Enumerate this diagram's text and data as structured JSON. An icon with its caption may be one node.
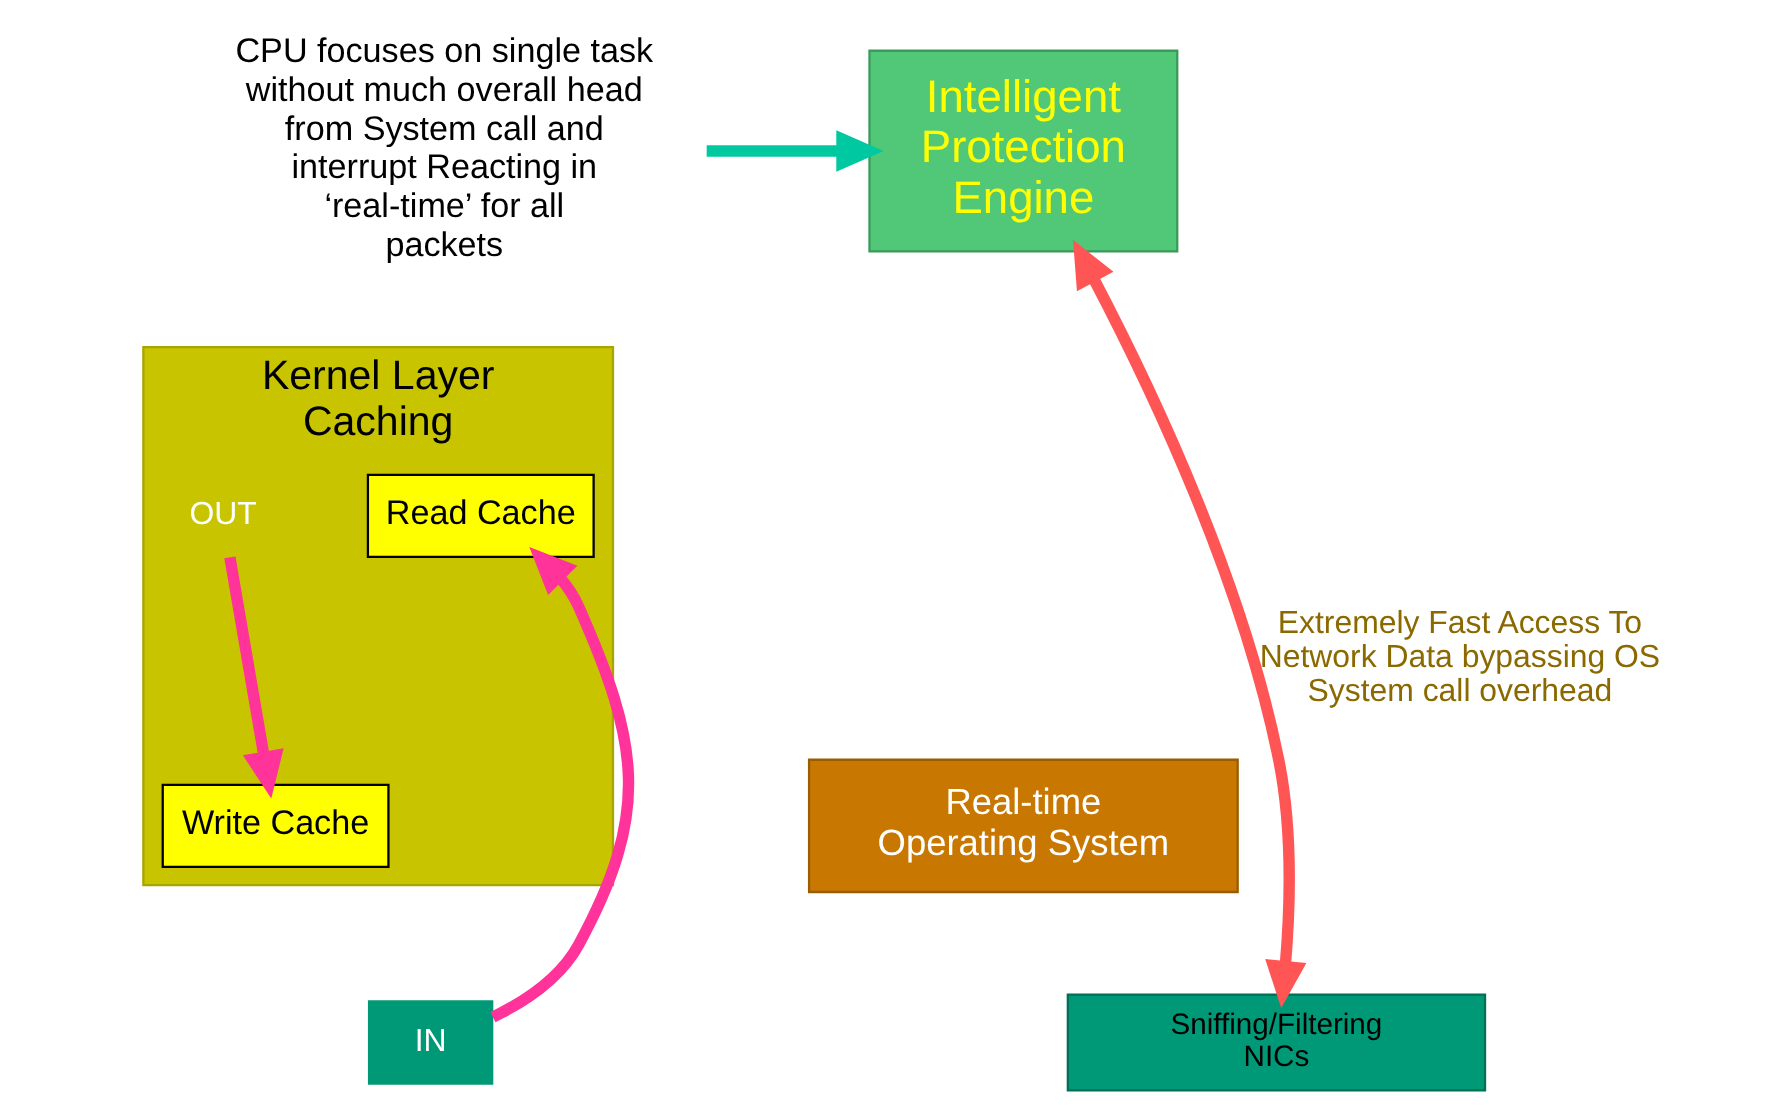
{
  "diagram": {
    "nodes": [
      {
        "text": [
          "Intelligent Protection Engine"
        ]
      },
      {
        "text": [
          "CPU focuses on single task without much overall head from System call and interrupt Reacting in ‘real-time’ for all packets"
        ]
      },
      {
        "text": [
          "Kernel Layer Caching"
        ]
      },
      {
        "text": [
          "OUT"
        ],
        "in": 2
      },
      {
        "text": [
          "Read Cache"
        ],
        "in": 2
      },
      {
        "text": [
          "Write Cache"
        ],
        "in": 2
      },
      {
        "text": [
          "IN"
        ]
      },
      {
        "text": [
          "Real-time Operating System"
        ]
      },
      {
        "text": [
          "Sniffing/Filtering NICs"
        ]
      }
    ],
    "edges": [
      {
        "from": 1,
        "to": 0,
        "arrow": "to",
        "color": "#00c8a0"
      },
      {
        "from": 6,
        "to": 4,
        "arrow": "to",
        "color": "#ff3399"
      },
      {
        "from": 3,
        "to": 5,
        "arrow": "to",
        "color": "#ff3399"
      },
      {
        "from": 0,
        "to": 8,
        "arrow": "both",
        "color": "#ff5555",
        "label": "Extremely Fast Access To Network Data bypassing OS System call overhead"
      }
    ]
  }
}
